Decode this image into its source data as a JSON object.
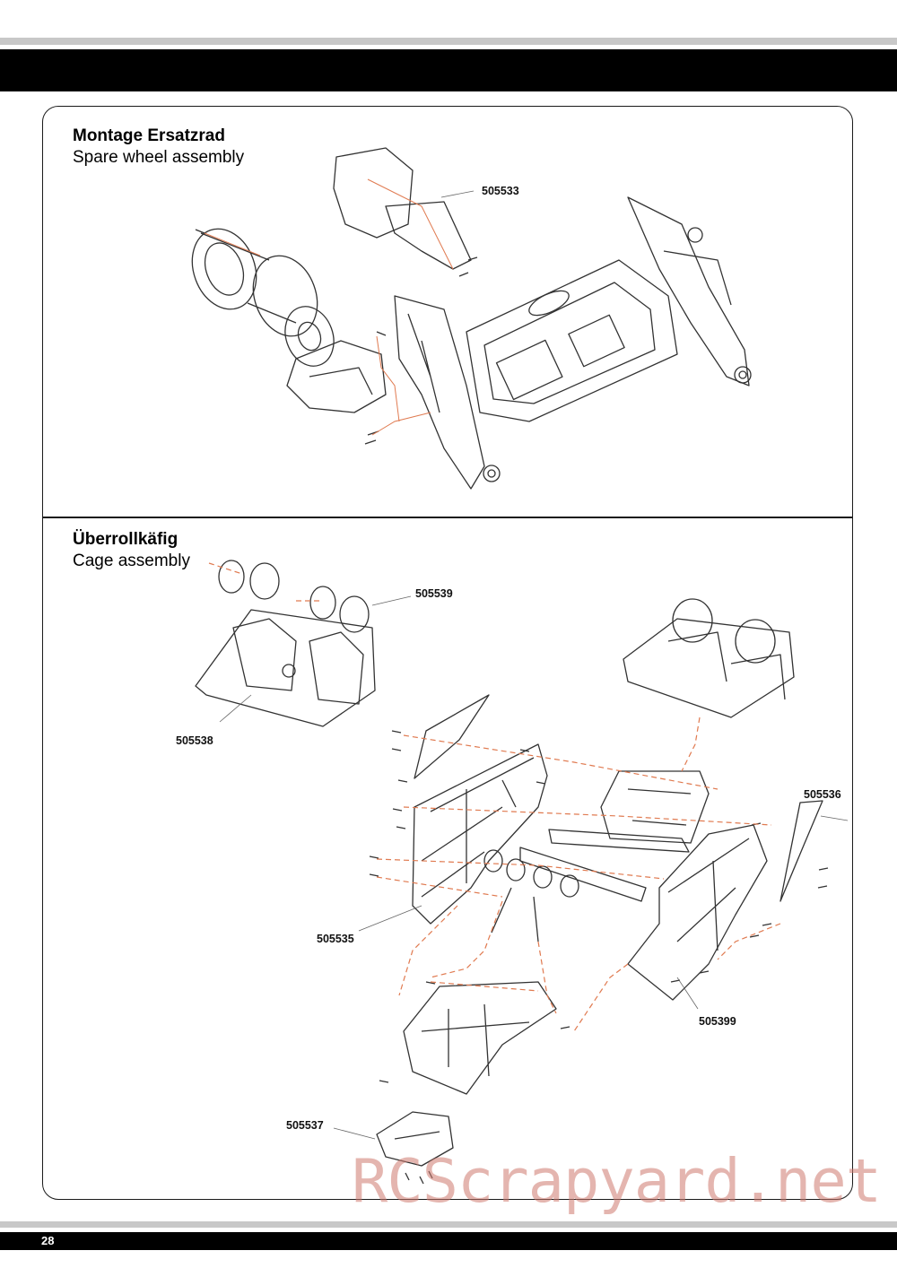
{
  "section1": {
    "title_de": "Montage Ersatzrad",
    "title_en": "Spare wheel assembly",
    "part_numbers": [
      "505533"
    ]
  },
  "section2": {
    "title_de": "Überrollkäfig",
    "title_en": "Cage assembly",
    "part_numbers": [
      "505539",
      "505538",
      "505536",
      "505535",
      "505399",
      "505537"
    ]
  },
  "watermark": "RCScrapyard.net",
  "page_number": "28",
  "colors": {
    "bars": "#000000",
    "stripes": "#c8c8c8",
    "leader_dashes": "#e07a50"
  }
}
